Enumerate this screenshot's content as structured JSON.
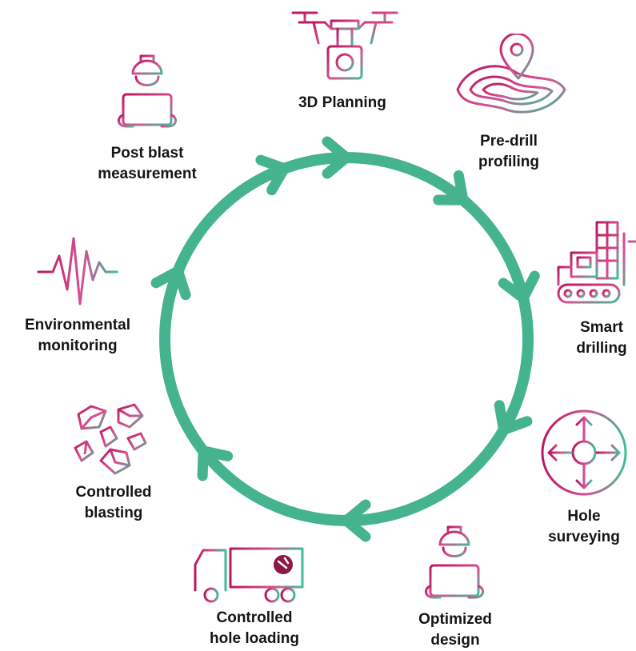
{
  "diagram": {
    "accent_color": "#45b48e",
    "gradient_colors": [
      "#b9185f",
      "#d64f92",
      "#3cbf99"
    ],
    "steps": [
      {
        "icon": "drone-camera-icon",
        "lines": [
          "3D Planning"
        ]
      },
      {
        "icon": "map-pin-contour-icon",
        "lines": [
          "Pre-drill",
          "profiling"
        ]
      },
      {
        "icon": "drill-rig-icon",
        "lines": [
          "Smart",
          "drilling"
        ]
      },
      {
        "icon": "directional-arrows-icon",
        "lines": [
          "Hole",
          "surveying"
        ]
      },
      {
        "icon": "engineer-tablet-icon",
        "lines": [
          "Optimized",
          "design"
        ]
      },
      {
        "icon": "explosives-truck-icon",
        "lines": [
          "Controlled",
          "hole loading"
        ]
      },
      {
        "icon": "rock-fragments-icon",
        "lines": [
          "Controlled",
          "blasting"
        ]
      },
      {
        "icon": "seismic-wave-icon",
        "lines": [
          "Environmental",
          "monitoring"
        ]
      },
      {
        "icon": "engineer-tablet-icon",
        "lines": [
          "Post blast",
          "measurement"
        ]
      }
    ]
  }
}
